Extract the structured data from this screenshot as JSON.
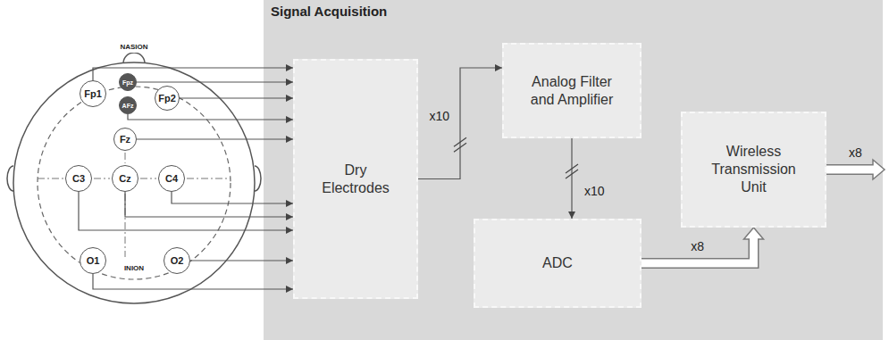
{
  "diagram": {
    "nodes": [
      {
        "text": [
          "Fp1"
        ]
      },
      {
        "text": [
          "Fpz"
        ]
      },
      {
        "text": [
          "Fp2"
        ]
      },
      {
        "text": [
          "AFz"
        ]
      },
      {
        "text": [
          "Fz"
        ]
      },
      {
        "text": [
          "C3"
        ]
      },
      {
        "text": [
          "Cz"
        ]
      },
      {
        "text": [
          "C4"
        ]
      },
      {
        "text": [
          "O1"
        ]
      },
      {
        "text": [
          "O2"
        ]
      },
      {
        "text": [
          "Signal Acquisition"
        ]
      },
      {
        "text": [
          "Dry Electrodes"
        ],
        "in": 10
      },
      {
        "text": [
          "Analog Filter and Amplifier"
        ],
        "in": 10
      },
      {
        "text": [
          "Wireless Transmission Unit"
        ],
        "in": 10
      },
      {
        "text": [
          "ADC"
        ],
        "in": 10
      }
    ],
    "edges": [
      {
        "from": 0,
        "to": 11,
        "arrow": "to"
      },
      {
        "from": 1,
        "to": 11,
        "arrow": "to"
      },
      {
        "from": 2,
        "to": 11,
        "arrow": "to"
      },
      {
        "from": 3,
        "to": 11,
        "arrow": "to"
      },
      {
        "from": 4,
        "to": 11,
        "arrow": "to"
      },
      {
        "from": 7,
        "to": 11,
        "arrow": "to"
      },
      {
        "from": 6,
        "to": 11,
        "arrow": "to"
      },
      {
        "from": 5,
        "to": 11,
        "arrow": "to"
      },
      {
        "from": 9,
        "to": 11,
        "arrow": "to"
      },
      {
        "from": 8,
        "to": 11,
        "arrow": "to"
      },
      {
        "from": 11,
        "to": 12,
        "label": "x10",
        "arrow": "to"
      },
      {
        "from": 12,
        "to": 14,
        "label": "x10",
        "arrow": "to"
      },
      {
        "from": 14,
        "to": 13,
        "label": "x8",
        "arrow": "to"
      }
    ],
    "labels": [
      "NASION",
      "INION",
      "x8"
    ]
  }
}
